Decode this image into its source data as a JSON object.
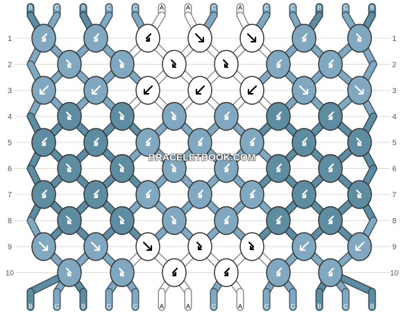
{
  "watermark": "BRACELETBOOK.COM",
  "colors": {
    "A": "#ffffff",
    "B": "#5e8ca0",
    "C": "#80a8c0"
  },
  "thread_labels_top": [
    "B",
    "C",
    "B",
    "C",
    "C",
    "A",
    "A",
    "C",
    "A",
    "C",
    "C",
    "B",
    "C",
    "B"
  ],
  "thread_labels_bottom": [
    "B",
    "C",
    "B",
    "C",
    "C",
    "A",
    "A",
    "C",
    "A",
    "C",
    "C",
    "B",
    "C",
    "B"
  ],
  "row_labels": [
    "1",
    "2",
    "3",
    "4",
    "5",
    "6",
    "7",
    "8",
    "9",
    "10"
  ],
  "rows": [
    [
      {
        "color": "C",
        "icon": "back-forward-icon"
      },
      {
        "color": "C",
        "icon": "back-forward-icon"
      },
      {
        "color": "A",
        "icon": "back-forward-icon"
      },
      {
        "color": "A",
        "icon": "forward-icon"
      },
      {
        "color": "A",
        "icon": "forward-icon"
      },
      {
        "color": "C",
        "icon": "back-forward-icon"
      },
      {
        "color": "C",
        "icon": "forward-back-icon"
      }
    ],
    [
      {
        "color": "C",
        "icon": "forward-back-icon"
      },
      {
        "color": "C",
        "icon": "forward-back-icon"
      },
      {
        "color": "A",
        "icon": "forward-back-icon"
      },
      {
        "color": "A",
        "icon": "forward-back-icon"
      },
      {
        "color": "C",
        "icon": "back-forward-icon"
      },
      {
        "color": "C",
        "icon": "back-forward-icon"
      }
    ],
    [
      {
        "color": "C",
        "icon": "backward-icon"
      },
      {
        "color": "C",
        "icon": "backward-icon"
      },
      {
        "color": "A",
        "icon": "backward-icon"
      },
      {
        "color": "A",
        "icon": "backward-icon"
      },
      {
        "color": "A",
        "icon": "backward-icon"
      },
      {
        "color": "C",
        "icon": "forward-icon"
      },
      {
        "color": "C",
        "icon": "forward-icon"
      }
    ],
    [
      {
        "color": "B",
        "icon": "forward-back-icon"
      },
      {
        "color": "B",
        "icon": "forward-back-icon"
      },
      {
        "color": "C",
        "icon": "forward-back-icon"
      },
      {
        "color": "C",
        "icon": "back-forward-icon"
      },
      {
        "color": "B",
        "icon": "back-forward-icon"
      },
      {
        "color": "B",
        "icon": "back-forward-icon"
      }
    ],
    [
      {
        "color": "B",
        "icon": "back-forward-icon"
      },
      {
        "color": "B",
        "icon": "back-forward-icon"
      },
      {
        "color": "C",
        "icon": "back-forward-icon"
      },
      {
        "color": "C",
        "icon": "back-forward-icon"
      },
      {
        "color": "C",
        "icon": "back-forward-icon"
      },
      {
        "color": "B",
        "icon": "back-forward-icon"
      },
      {
        "color": "B",
        "icon": "forward-back-icon"
      }
    ],
    [
      {
        "color": "B",
        "icon": "forward-back-icon"
      },
      {
        "color": "B",
        "icon": "forward-back-icon"
      },
      {
        "color": "C",
        "icon": "forward-back-icon"
      },
      {
        "color": "C",
        "icon": "back-forward-icon"
      },
      {
        "color": "B",
        "icon": "back-forward-icon"
      },
      {
        "color": "B",
        "icon": "back-forward-icon"
      }
    ],
    [
      {
        "color": "B",
        "icon": "back-forward-icon"
      },
      {
        "color": "B",
        "icon": "back-forward-icon"
      },
      {
        "color": "C",
        "icon": "back-forward-icon"
      },
      {
        "color": "C",
        "icon": "back-forward-icon"
      },
      {
        "color": "C",
        "icon": "back-forward-icon"
      },
      {
        "color": "B",
        "icon": "back-forward-icon"
      },
      {
        "color": "B",
        "icon": "forward-back-icon"
      }
    ],
    [
      {
        "color": "B",
        "icon": "forward-back-icon"
      },
      {
        "color": "B",
        "icon": "forward-back-icon"
      },
      {
        "color": "C",
        "icon": "forward-back-icon"
      },
      {
        "color": "C",
        "icon": "back-forward-icon"
      },
      {
        "color": "B",
        "icon": "back-forward-icon"
      },
      {
        "color": "B",
        "icon": "back-forward-icon"
      }
    ],
    [
      {
        "color": "C",
        "icon": "forward-icon"
      },
      {
        "color": "C",
        "icon": "forward-icon"
      },
      {
        "color": "A",
        "icon": "forward-icon"
      },
      {
        "color": "A",
        "icon": "forward-back-icon"
      },
      {
        "color": "A",
        "icon": "forward-back-icon"
      },
      {
        "color": "C",
        "icon": "backward-icon"
      },
      {
        "color": "C",
        "icon": "backward-icon"
      }
    ],
    [
      {
        "color": "C",
        "icon": "forward-back-icon"
      },
      {
        "color": "C",
        "icon": "forward-back-icon"
      },
      {
        "color": "A",
        "icon": "back-forward-icon"
      },
      {
        "color": "A",
        "icon": "back-forward-icon"
      },
      {
        "color": "C",
        "icon": "back-forward-icon"
      },
      {
        "color": "C",
        "icon": "back-forward-icon"
      }
    ]
  ]
}
